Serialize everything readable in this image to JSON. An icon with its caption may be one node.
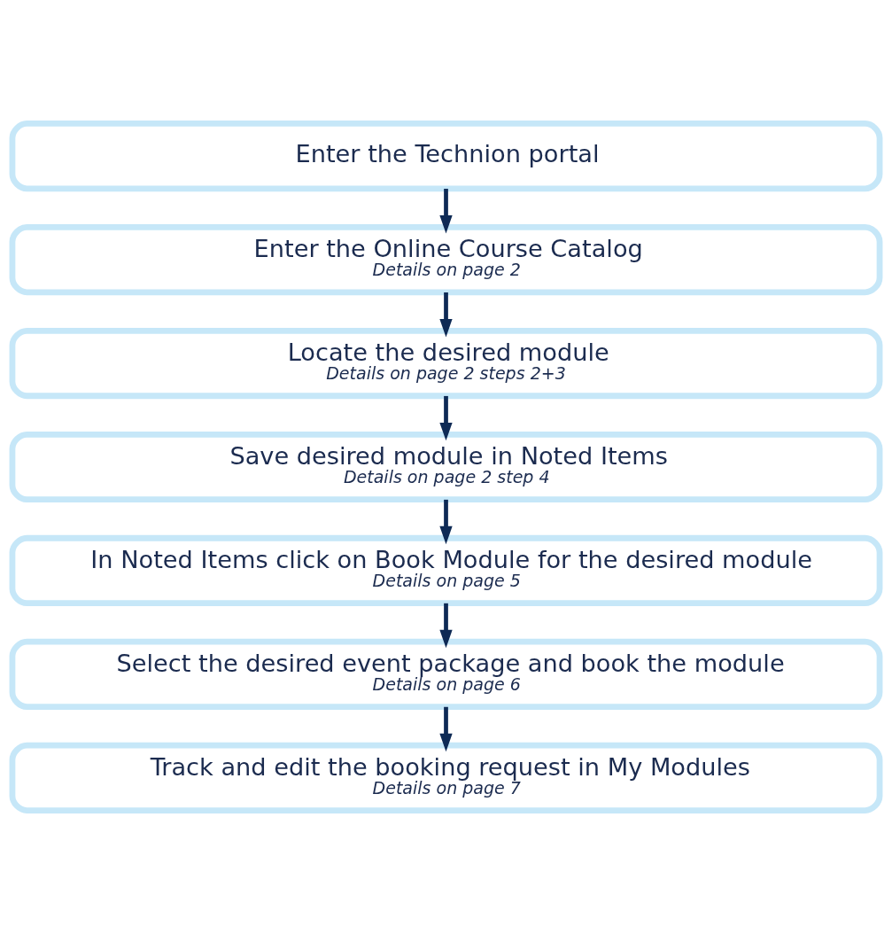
{
  "diagram": {
    "nodes": [
      {
        "text": [
          "Enter the Technion portal"
        ]
      },
      {
        "text": [
          "Enter the Online Course Catalog",
          "Details on page 2"
        ]
      },
      {
        "text": [
          "Locate the desired module",
          "Details on page 2 steps 2+3"
        ]
      },
      {
        "text": [
          "Save desired module in Noted Items",
          "Details on page 2 step 4"
        ]
      },
      {
        "text": [
          "In Noted Items click on Book Module for the desired module",
          "Details on page 5"
        ]
      },
      {
        "text": [
          "Select the desired event package and book the module",
          "Details on page 6"
        ]
      },
      {
        "text": [
          "Track and edit the booking request in My Modules",
          "Details on page 7"
        ]
      }
    ],
    "edges": [
      {
        "from": 0,
        "to": 1,
        "arrow": "to"
      },
      {
        "from": 1,
        "to": 2,
        "arrow": "to"
      },
      {
        "from": 2,
        "to": 3,
        "arrow": "to"
      },
      {
        "from": 3,
        "to": 4,
        "arrow": "to"
      },
      {
        "from": 4,
        "to": 5,
        "arrow": "to"
      },
      {
        "from": 5,
        "to": 6,
        "arrow": "to"
      }
    ]
  }
}
